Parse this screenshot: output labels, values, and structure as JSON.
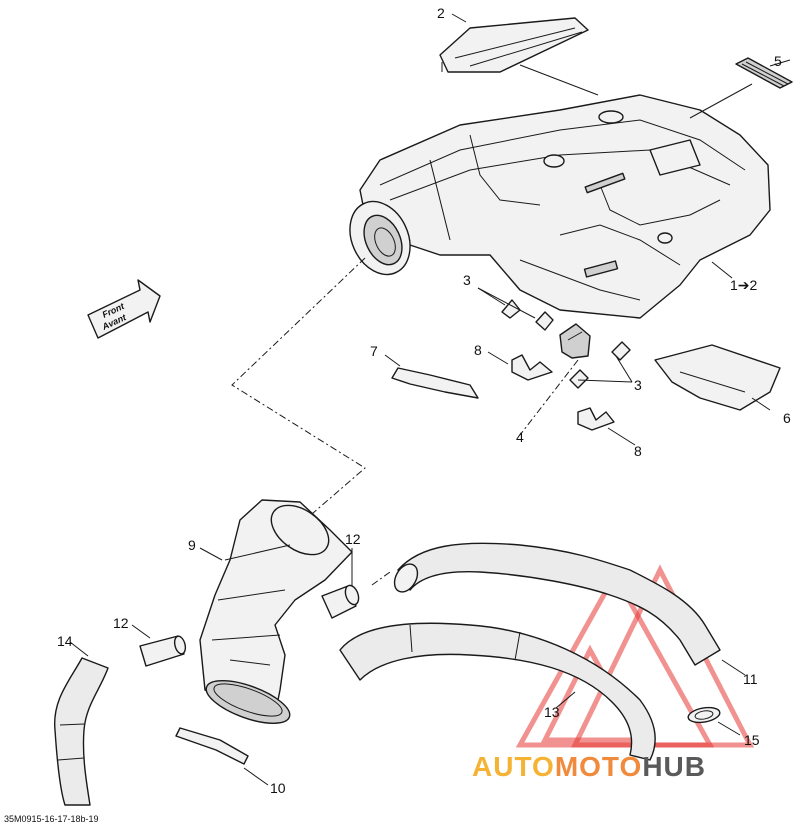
{
  "callouts": {
    "c1": "1➔2",
    "c2": "2",
    "c3a": "3",
    "c3b": "3",
    "c4": "4",
    "c5": "5",
    "c6": "6",
    "c7": "7",
    "c8a": "8",
    "c8b": "8",
    "c9": "9",
    "c10": "10",
    "c11": "11",
    "c12a": "12",
    "c12b": "12",
    "c13": "13",
    "c14": "14",
    "c15": "15"
  },
  "front_arrow": {
    "line1": "Front",
    "line2": "Avant"
  },
  "drawing_ref": "35M0915-16-17-18b-19",
  "watermark": {
    "part1": "AUTO",
    "part2": "MOTO",
    "part3": "HUB",
    "colors": {
      "part1": "#f5b335",
      "part2": "#f08a3c",
      "part3": "#5a5a5a",
      "logo": "#e53935"
    }
  }
}
